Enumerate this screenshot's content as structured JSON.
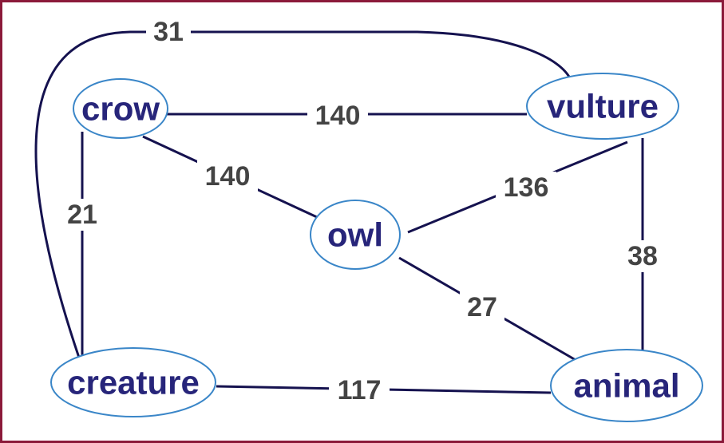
{
  "diagram": {
    "nodes": [
      {
        "id": "crow",
        "label": "crow"
      },
      {
        "id": "vulture",
        "label": "vulture"
      },
      {
        "id": "owl",
        "label": "owl"
      },
      {
        "id": "creature",
        "label": "creature"
      },
      {
        "id": "animal",
        "label": "animal"
      }
    ],
    "edges": [
      {
        "from": "creature",
        "to": "vulture",
        "weight": "31"
      },
      {
        "from": "crow",
        "to": "vulture",
        "weight": "140"
      },
      {
        "from": "crow",
        "to": "owl",
        "weight": "140"
      },
      {
        "from": "owl",
        "to": "vulture",
        "weight": "136"
      },
      {
        "from": "crow",
        "to": "creature",
        "weight": "21"
      },
      {
        "from": "vulture",
        "to": "animal",
        "weight": "38"
      },
      {
        "from": "owl",
        "to": "animal",
        "weight": "27"
      },
      {
        "from": "creature",
        "to": "animal",
        "weight": "117"
      }
    ],
    "colors": {
      "frame": "#8b1a3a",
      "edge": "#15124f",
      "node_border": "#3a86c8",
      "node_text": "#27257a",
      "weight_text": "#444444"
    }
  }
}
